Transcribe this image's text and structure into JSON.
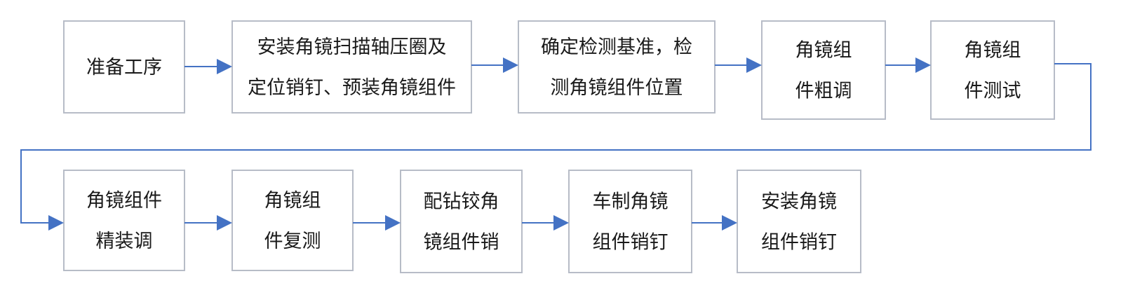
{
  "steps": [
    {
      "id": "s1",
      "lines": [
        "准备工序"
      ]
    },
    {
      "id": "s2",
      "lines": [
        "安装角镜扫描轴压圈及",
        "定位销钉、预装角镜组件"
      ]
    },
    {
      "id": "s3",
      "lines": [
        "确定检测基准，检",
        "测角镜组件位置"
      ]
    },
    {
      "id": "s4",
      "lines": [
        "角镜组",
        "件粗调"
      ]
    },
    {
      "id": "s5",
      "lines": [
        "角镜组",
        "件测试"
      ]
    },
    {
      "id": "s6",
      "lines": [
        "角镜组件",
        "精装调"
      ]
    },
    {
      "id": "s7",
      "lines": [
        "角镜组",
        "件复测"
      ]
    },
    {
      "id": "s8",
      "lines": [
        "配钻铰角",
        "镜组件销"
      ]
    },
    {
      "id": "s9",
      "lines": [
        "车制角镜",
        "组件销钉"
      ]
    },
    {
      "id": "s10",
      "lines": [
        "安装角镜",
        "组件销钉"
      ]
    }
  ],
  "colors": {
    "arrow": "#4472c4",
    "box_border": "#b7bcc7",
    "text": "#1a1a1a"
  }
}
